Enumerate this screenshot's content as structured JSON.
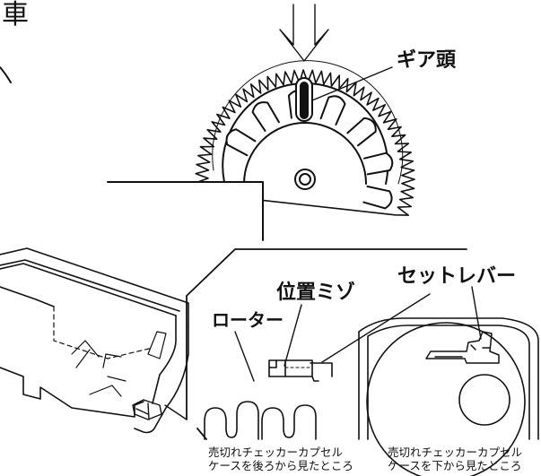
{
  "labels": {
    "gear_head": "ギア頭",
    "position_groove": "位置ミゾ",
    "set_lever": "セットレバー",
    "rotor": "ローター"
  },
  "captions": {
    "rear_view_line1": "売切れチェッカーカプセル",
    "rear_view_line2": "ケースを後ろから見たところ",
    "bottom_view_line1": "売切れチェッカーカプセル",
    "bottom_view_line2": "ケースを下から見たところ"
  },
  "top_left_fragment": "車"
}
